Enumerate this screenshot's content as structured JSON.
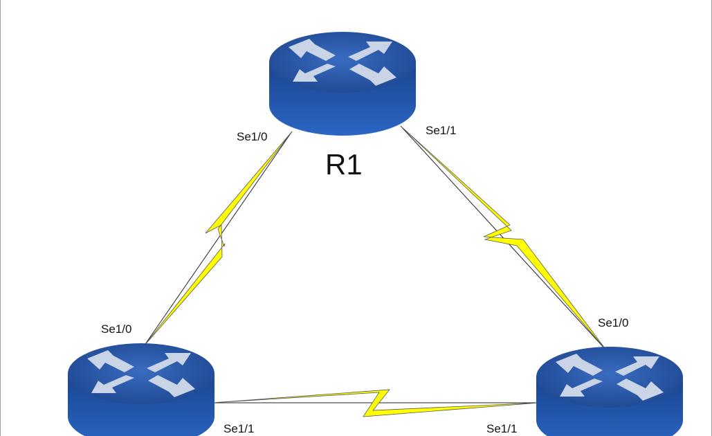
{
  "routers": [
    {
      "id": "r1",
      "name": "R1"
    },
    {
      "id": "r2",
      "name": ""
    },
    {
      "id": "r3",
      "name": ""
    }
  ],
  "interfaces": {
    "r1_left": "Se1/0",
    "r1_right": "Se1/1",
    "r2_top": "Se1/0",
    "r2_right": "Se1/1",
    "r3_top": "Se1/0",
    "r3_left": "Se1/1"
  },
  "colors": {
    "router_top": "#2f5aa8",
    "router_side": "#1d4f9e",
    "arrow": "#c9d4e6",
    "serial_link": "#ffff00",
    "link_outline": "#333333"
  },
  "icons": {
    "router": "router-icon",
    "link": "serial-link-icon"
  }
}
